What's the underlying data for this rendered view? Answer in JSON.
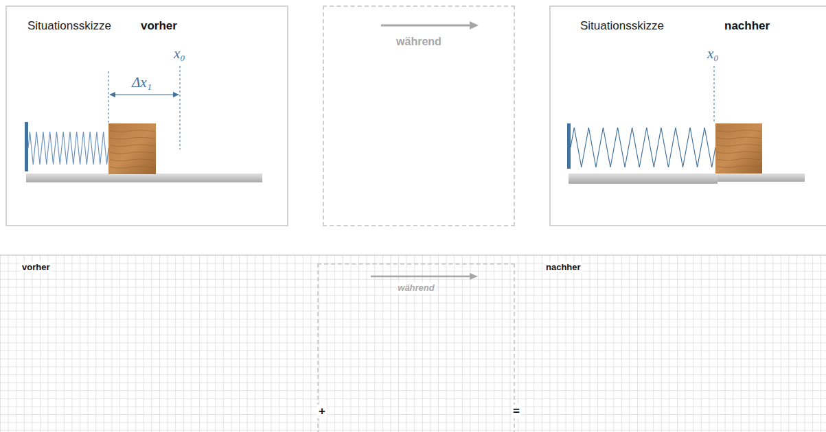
{
  "diagram": {
    "nodes": [
      {
        "text": [
          "Situationsskizze",
          "vorher"
        ]
      },
      {
        "text": [
          "während"
        ]
      },
      {
        "text": [
          "Situationsskizze",
          "nachher"
        ]
      },
      {
        "text": [
          "während"
        ]
      }
    ],
    "labels": [
      "Δx₁",
      "x₀",
      "x₀",
      "vorher",
      "nachher",
      "+",
      "="
    ]
  }
}
